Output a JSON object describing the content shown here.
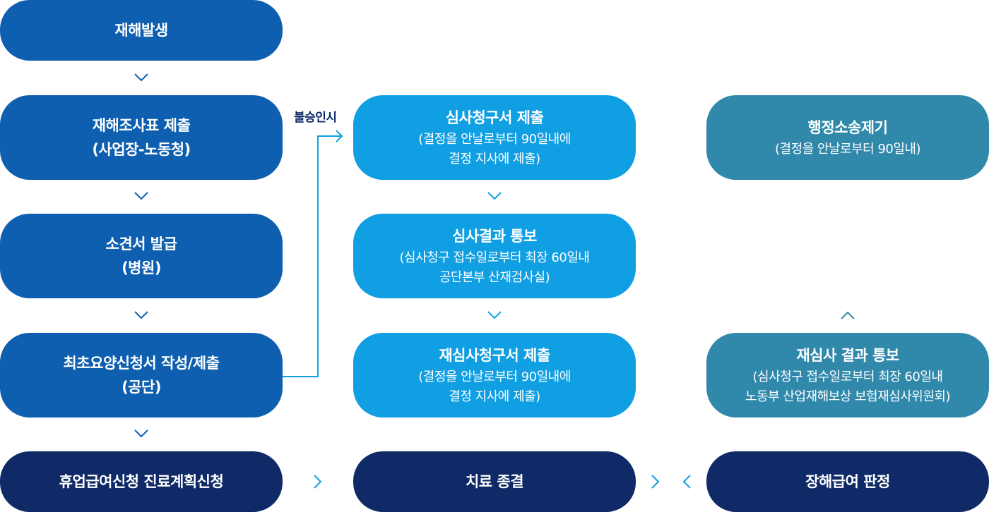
{
  "colors": {
    "blue": "#0f5fb0",
    "sky": "#119fe3",
    "teal": "#3089ab",
    "navy": "#0f2a66",
    "connector": "#119fe3"
  },
  "nodes": {
    "n1": {
      "title": "재해발생"
    },
    "n2": {
      "title1": "재해조사표 제출",
      "title2": "(사업장-노동청)"
    },
    "n3": {
      "title1": "소견서 발급",
      "title2": "(병원)"
    },
    "n4": {
      "title1": "최초요양신청서 작성/제출",
      "title2": "(공단)"
    },
    "n5": {
      "title": "휴업급여신청 진료계획신청"
    },
    "r1": {
      "title": "심사청구서 제출",
      "sub1": "(결정을 안날로부터 90일내에",
      "sub2": "결정 지사에 제출)"
    },
    "r2": {
      "title": "심사결과 통보",
      "sub1": "(심사청구 접수일로부터 최장 60일내",
      "sub2": "공단본부 산재검사실)"
    },
    "r3": {
      "title": "재심사청구서 제출",
      "sub1": "(결정을 안날로부터 90일내에",
      "sub2": "결정 지사에 제출)"
    },
    "r4": {
      "title": "치료 종결"
    },
    "a1": {
      "title": "행정소송제기",
      "sub1": "(결정을 안날로부터 90일내)"
    },
    "a2": {
      "title": "재심사 결과 통보",
      "sub1": "(심사청구 접수일로부터 최장 60일내",
      "sub2": "노동부 산업재해보상 보험재심사위원회)"
    },
    "a3": {
      "title": "장해급여 판정"
    }
  },
  "branch_label": "불승인시",
  "icons": {
    "down": "chevron-down-icon",
    "up": "chevron-up-icon",
    "right": "chevron-right-icon",
    "left": "chevron-left-icon",
    "connector_arrow": "arrow-right-icon"
  }
}
